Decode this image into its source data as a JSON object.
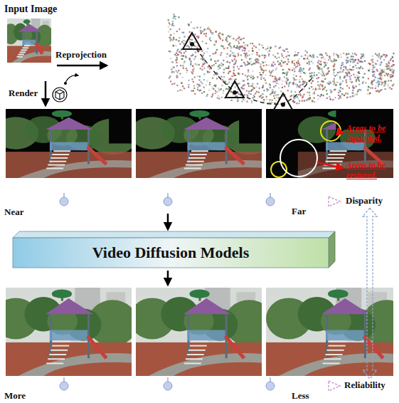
{
  "diagram": {
    "nodes": [
      {
        "text": [
          "Input Image"
        ]
      },
      {
        "text": [
          "Video Diffusion Models"
        ]
      }
    ],
    "labels": [
      "Reprojection",
      "Render",
      "Areas to be inpainted.",
      "Areas to be restored.",
      "Near",
      "Far",
      "Disparity",
      "More",
      "Less",
      "Reliability"
    ]
  }
}
